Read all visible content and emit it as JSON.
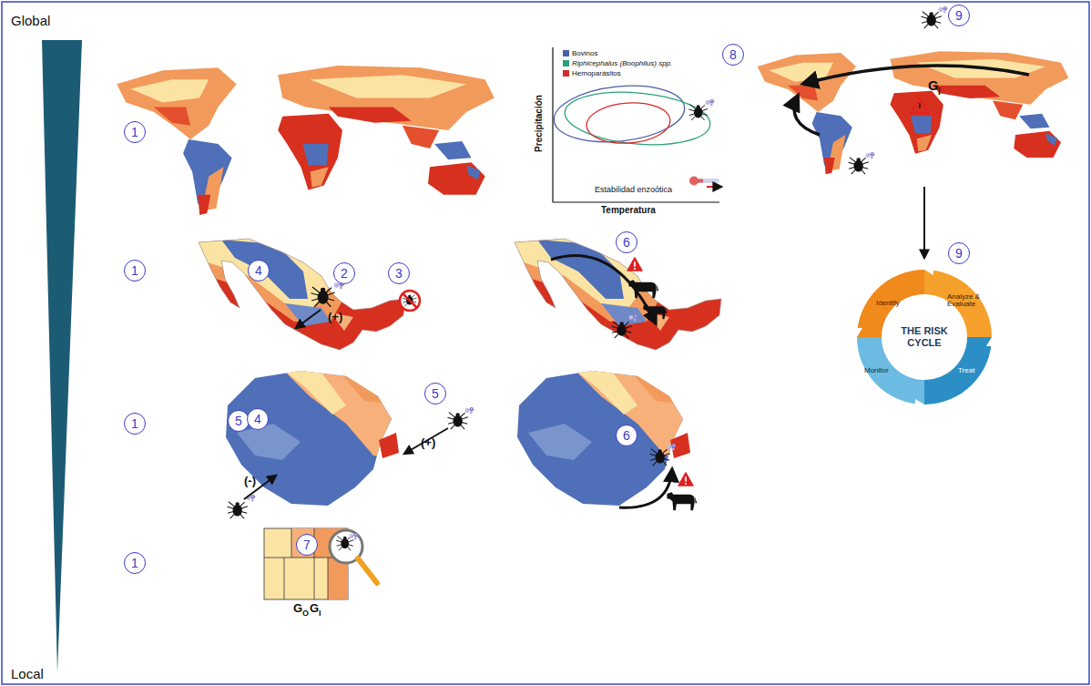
{
  "diagram": {
    "nodes": [
      {
        "text": [
          "8"
        ]
      },
      {
        "text": [
          "9"
        ]
      },
      {
        "text": [
          "1"
        ]
      },
      {
        "text": [
          "9"
        ]
      },
      {
        "text": [
          "THE RISK CYCLE"
        ]
      },
      {
        "text": [
          "1"
        ]
      },
      {
        "text": [
          "4"
        ]
      },
      {
        "text": [
          "2"
        ]
      },
      {
        "text": [
          "3"
        ]
      },
      {
        "text": [
          "6"
        ]
      },
      {
        "text": [
          "5"
        ]
      },
      {
        "text": [
          "1"
        ]
      },
      {
        "text": [
          "5"
        ]
      },
      {
        "text": [
          "4"
        ]
      },
      {
        "text": [
          "6"
        ]
      },
      {
        "text": [
          "1"
        ]
      },
      {
        "text": [
          "7"
        ]
      }
    ],
    "labels": [
      "Global",
      "Local",
      "(+)",
      "(+)",
      "(-)",
      "Precipitación",
      "Temperatura",
      "Estabilidad enzoótica",
      "G",
      "I",
      "Identify",
      "Analyze & Evaluate",
      "Treat",
      "Monitor",
      "G",
      "O",
      "G",
      "I"
    ],
    "legend": [
      {
        "text": "Bovinos",
        "color": "#4a5fa8"
      },
      {
        "text": "Riphicephalus (Boophilus) spp.",
        "color": "#2aa27a"
      },
      {
        "text": "Hemoparásitos",
        "color": "#d62a2a"
      }
    ]
  }
}
